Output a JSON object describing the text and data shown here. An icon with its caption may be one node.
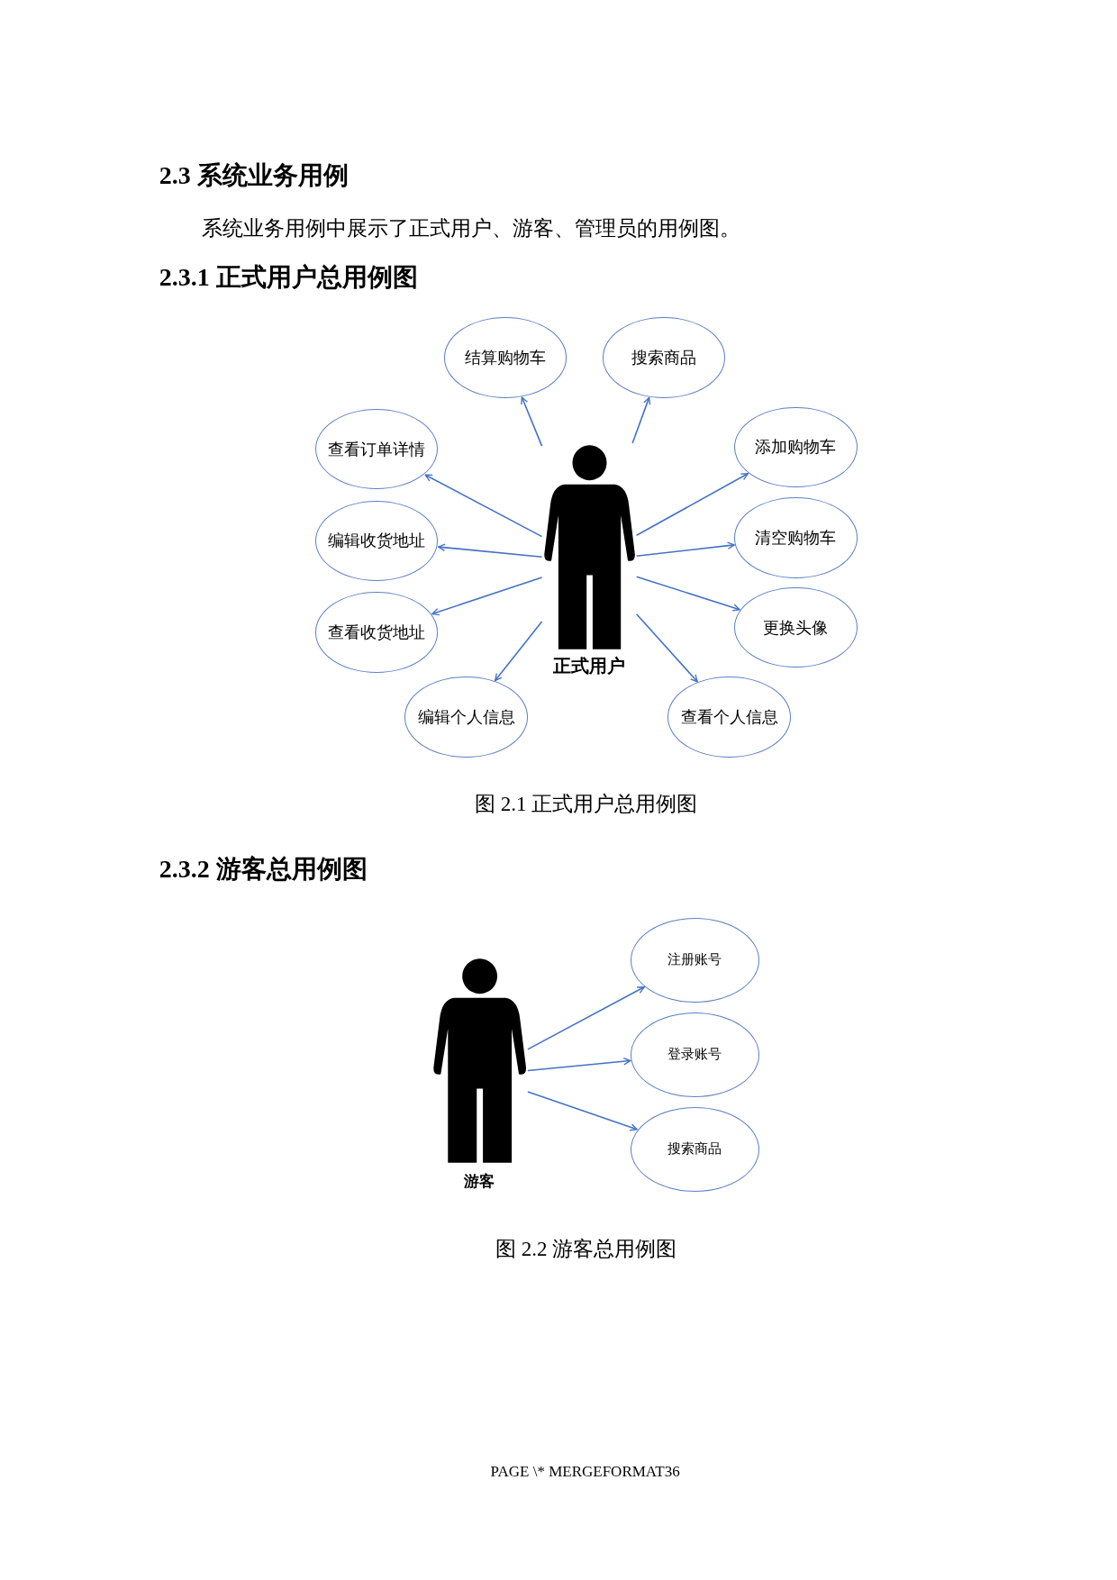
{
  "diagram": {
    "title": "2.3 系统业务用例",
    "nodes": [
      {
        "text": [
          "正式用户"
        ]
      },
      {
        "text": [
          "结算购物车"
        ]
      },
      {
        "text": [
          "搜索商品"
        ]
      },
      {
        "text": [
          "查看订单详情"
        ]
      },
      {
        "text": [
          "添加购物车"
        ]
      },
      {
        "text": [
          "编辑收货地址"
        ]
      },
      {
        "text": [
          "清空购物车"
        ]
      },
      {
        "text": [
          "查看收货地址"
        ]
      },
      {
        "text": [
          "更换头像"
        ]
      },
      {
        "text": [
          "编辑个人信息"
        ]
      },
      {
        "text": [
          "查看个人信息"
        ]
      },
      {
        "text": [
          "游客"
        ]
      },
      {
        "text": [
          "注册账号"
        ]
      },
      {
        "text": [
          "登录账号"
        ]
      },
      {
        "text": [
          "搜索商品"
        ]
      }
    ],
    "edges": [
      {
        "from": 0,
        "to": 1,
        "arrow": "to"
      },
      {
        "from": 0,
        "to": 2,
        "arrow": "to"
      },
      {
        "from": 0,
        "to": 3,
        "arrow": "to"
      },
      {
        "from": 0,
        "to": 4,
        "arrow": "to"
      },
      {
        "from": 0,
        "to": 5,
        "arrow": "to"
      },
      {
        "from": 0,
        "to": 6,
        "arrow": "to"
      },
      {
        "from": 0,
        "to": 7,
        "arrow": "to"
      },
      {
        "from": 0,
        "to": 8,
        "arrow": "to"
      },
      {
        "from": 0,
        "to": 9,
        "arrow": "to"
      },
      {
        "from": 0,
        "to": 10,
        "arrow": "to"
      },
      {
        "from": 11,
        "to": 12,
        "arrow": "to"
      },
      {
        "from": 11,
        "to": 13,
        "arrow": "to"
      },
      {
        "from": 11,
        "to": 14,
        "arrow": "to"
      }
    ],
    "labels": [
      "系统业务用例中展示了正式用户、游客、管理员的用例图。",
      "2.3.1 正式用户总用例图",
      "图 2.1 正式用户总用例图",
      "2.3.2 游客总用例图",
      "图 2.2 游客总用例图",
      "PAGE \\* MERGEFORMAT36"
    ]
  }
}
